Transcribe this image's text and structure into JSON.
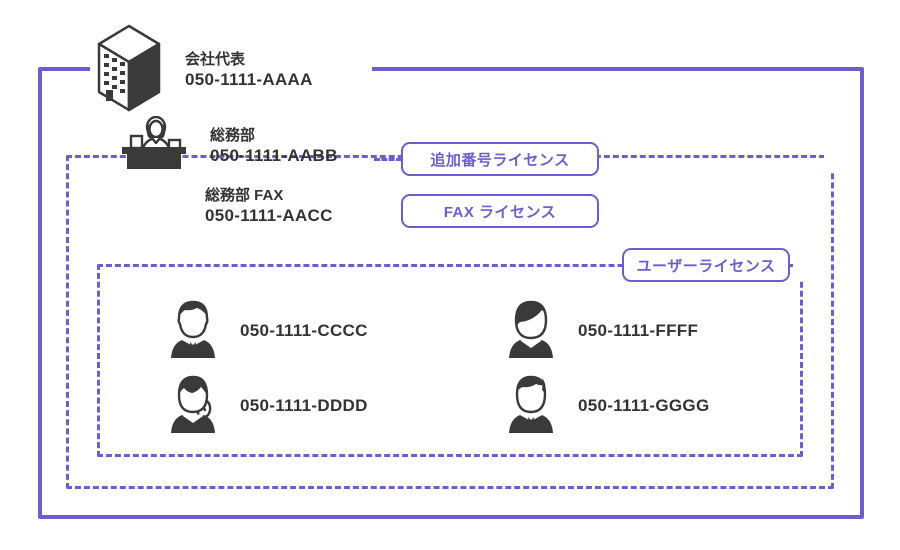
{
  "diagram": {
    "colors": {
      "accent": "#6c5ecf",
      "text": "#333333",
      "background": "#ffffff"
    },
    "company": {
      "icon": "office-building-icon",
      "label": "会社代表",
      "number": "050-1111-AAAA"
    },
    "department": {
      "icon": "reception-desk-icon",
      "label": "総務部",
      "number": "050-1111-AABB",
      "fax_label": "総務部 FAX",
      "fax_number": "050-1111-AACC"
    },
    "badges": {
      "additional_number": "追加番号ライセンス",
      "fax": "FAX ライセンス",
      "user": "ユーザーライセンス"
    },
    "users": [
      {
        "icon": "man-avatar-icon",
        "number": "050-1111-CCCC"
      },
      {
        "icon": "woman-avatar-icon",
        "number": "050-1111-FFFF"
      },
      {
        "icon": "woman-ponytail-avatar-icon",
        "number": "050-1111-DDDD"
      },
      {
        "icon": "man-styled-hair-avatar-icon",
        "number": "050-1111-GGGG"
      }
    ]
  }
}
